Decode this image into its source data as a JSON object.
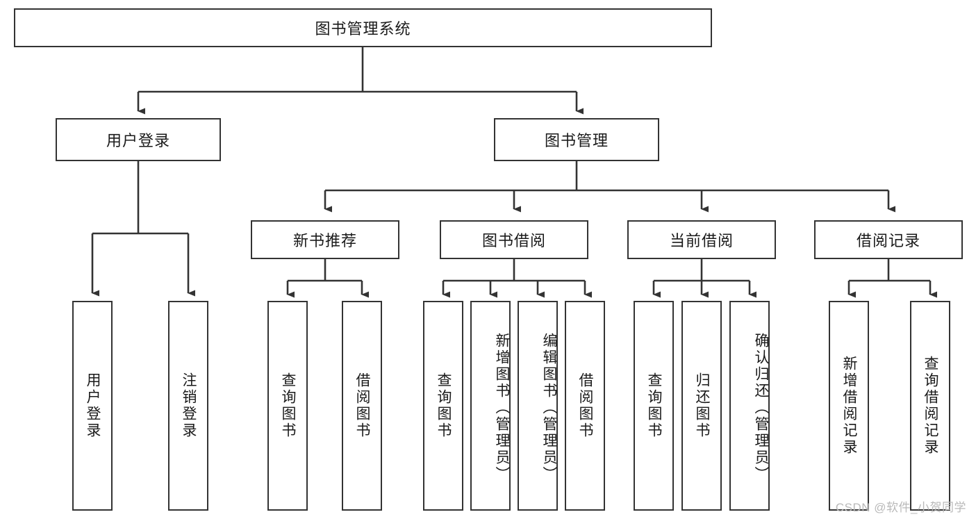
{
  "diagram": {
    "title": "图书管理系统",
    "type": "hierarchy-tree",
    "root": {
      "label": "图书管理系统"
    },
    "level2": [
      {
        "label": "用户登录"
      },
      {
        "label": "图书管理"
      }
    ],
    "level3": [
      {
        "label": "新书推荐"
      },
      {
        "label": "图书借阅"
      },
      {
        "label": "当前借阅"
      },
      {
        "label": "借阅记录"
      }
    ],
    "leaves": {
      "user_login": [
        {
          "label": "用户登录"
        },
        {
          "label": "注销登录"
        }
      ],
      "new_book_recommend": [
        {
          "label": "查询图书"
        },
        {
          "label": "借阅图书"
        }
      ],
      "book_borrow": [
        {
          "label": "查询图书"
        },
        {
          "label": "新增图书（管理员）"
        },
        {
          "label": "编辑图书（管理员）"
        },
        {
          "label": "借阅图书"
        }
      ],
      "current_borrow": [
        {
          "label": "查询图书"
        },
        {
          "label": "归还图书"
        },
        {
          "label": "确认归还（管理员）"
        }
      ],
      "borrow_record": [
        {
          "label": "新增借阅记录"
        },
        {
          "label": "查询借阅记录"
        }
      ]
    }
  },
  "watermark": {
    "text": "CSDN @软件_小贺同学"
  },
  "colors": {
    "border": "#333333",
    "background": "#ffffff",
    "text": "#1a1a1a",
    "watermark": "#b9b9b9"
  }
}
